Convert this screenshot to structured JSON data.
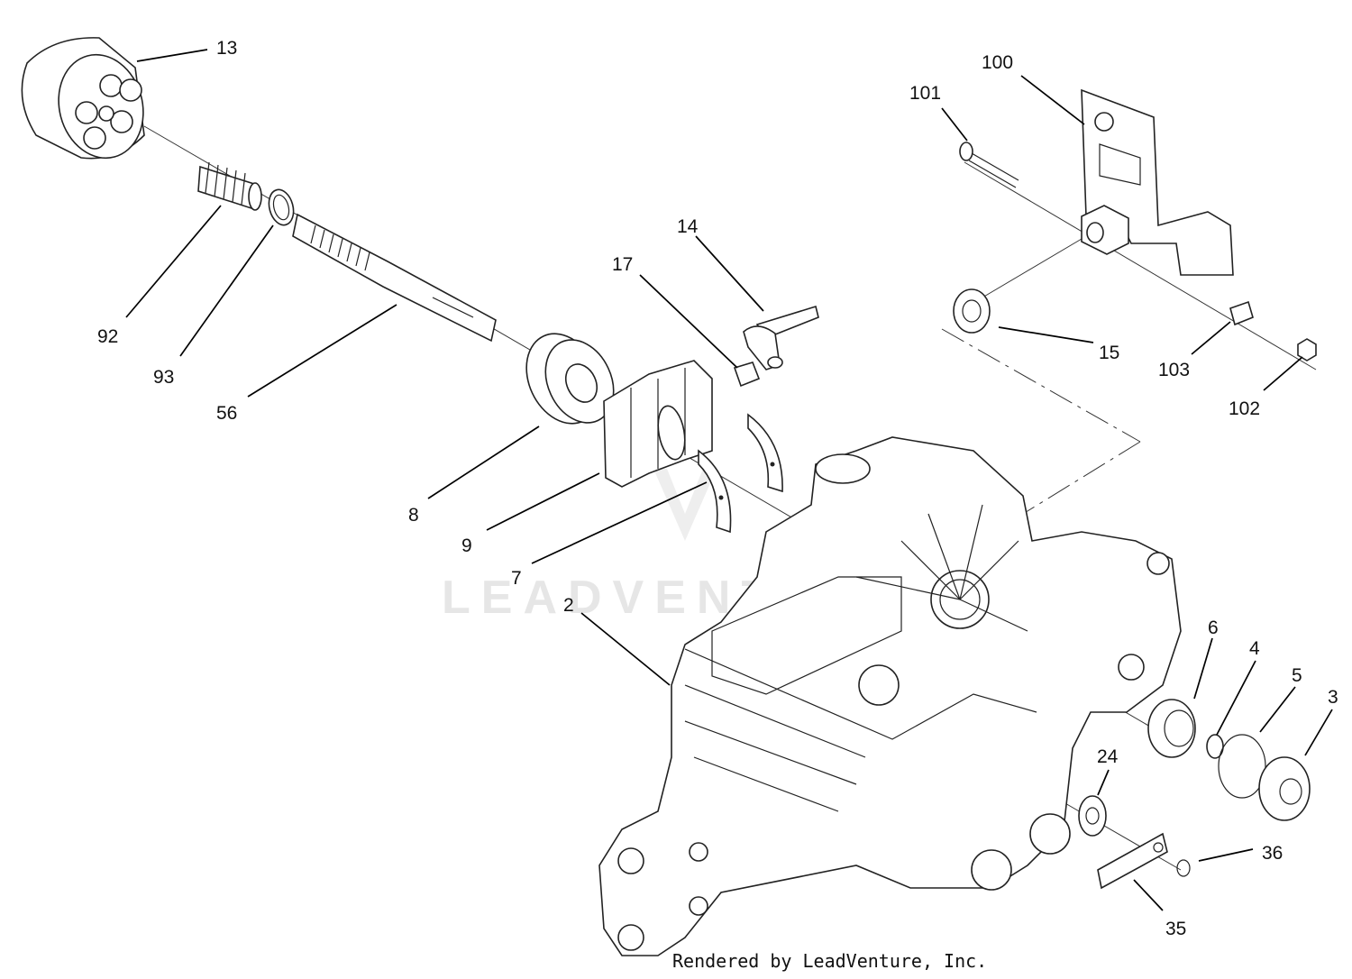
{
  "diagram": {
    "watermark": "LEADVENTURE",
    "footer": "Rendered by LeadVenture, Inc.",
    "callouts": [
      "13",
      "92",
      "93",
      "56",
      "8",
      "9",
      "7",
      "2",
      "14",
      "17",
      "100",
      "101",
      "15",
      "103",
      "102",
      "6",
      "4",
      "5",
      "3",
      "24",
      "36",
      "35"
    ]
  }
}
